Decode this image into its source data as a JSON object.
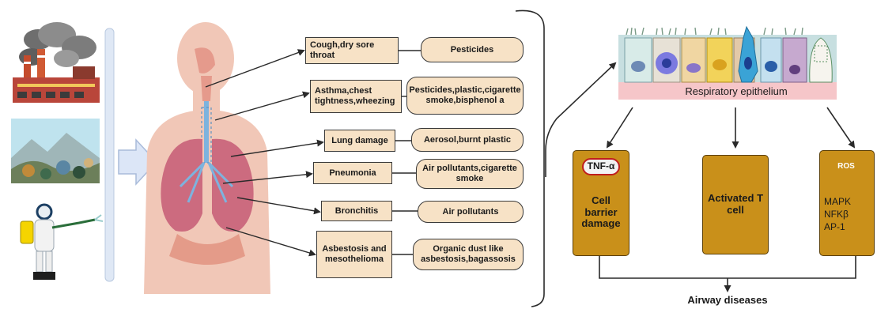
{
  "exposures": [
    {
      "disease": "Cough,dry sore throat",
      "cause": "Pesticides"
    },
    {
      "disease": "Asthma,chest tightness,wheezing",
      "cause": "Pesticides,plastic,cigarette smoke,bisphenol a"
    },
    {
      "disease": "Lung damage",
      "cause": "Aerosol,burnt plastic"
    },
    {
      "disease": "Pneumonia",
      "cause": "Air pollutants,cigarette smoke"
    },
    {
      "disease": "Bronchitis",
      "cause": "Air pollutants"
    },
    {
      "disease": "Asbestosis and mesothelioma",
      "cause": "Organic dust like asbestosis,bagassosis"
    }
  ],
  "epithelium_label": "Respiratory epithelium",
  "mechanisms": {
    "tnf_badge": "TNF-α",
    "tnf_effect": "Cell barrier damage",
    "tcell": "Activated T cell",
    "ros_badge": "ROS",
    "ros_effects": [
      "MAPK",
      "NFKβ",
      "AP-1"
    ]
  },
  "outcome": "Airway diseases"
}
